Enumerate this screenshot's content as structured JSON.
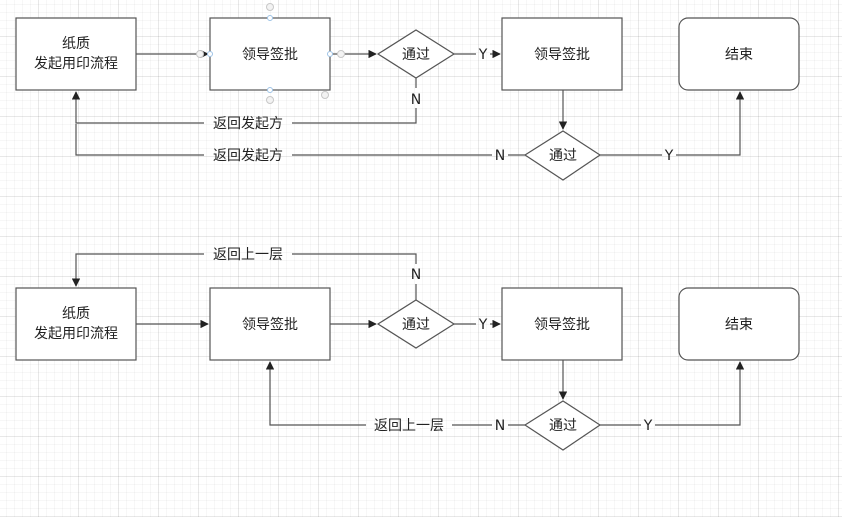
{
  "diagram": {
    "colors": {
      "stroke": "#555555",
      "text": "#222222",
      "handle": "#9ec3e6"
    },
    "flows": [
      {
        "name": "flow-return-to-initiator",
        "nodes": {
          "start": {
            "lines": [
              "纸质",
              "发起用印流程"
            ]
          },
          "approve1": {
            "label": "领导签批",
            "selected": true
          },
          "decision1": {
            "label": "通过"
          },
          "approve2": {
            "label": "领导签批"
          },
          "decision2": {
            "label": "通过"
          },
          "end": {
            "label": "结束"
          }
        },
        "edges": {
          "d1_yes": "Y",
          "d1_no": "N",
          "d1_no_label": "返回发起方",
          "d2_yes": "Y",
          "d2_no": "N",
          "d2_no_label": "返回发起方"
        }
      },
      {
        "name": "flow-return-to-previous",
        "nodes": {
          "start": {
            "lines": [
              "纸质",
              "发起用印流程"
            ]
          },
          "approve1": {
            "label": "领导签批"
          },
          "decision1": {
            "label": "通过"
          },
          "approve2": {
            "label": "领导签批"
          },
          "decision2": {
            "label": "通过"
          },
          "end": {
            "label": "结束"
          }
        },
        "edges": {
          "d1_yes": "Y",
          "d1_no": "N",
          "d1_no_label": "返回上一层",
          "d2_yes": "Y",
          "d2_no": "N",
          "d2_no_label": "返回上一层"
        }
      }
    ]
  }
}
